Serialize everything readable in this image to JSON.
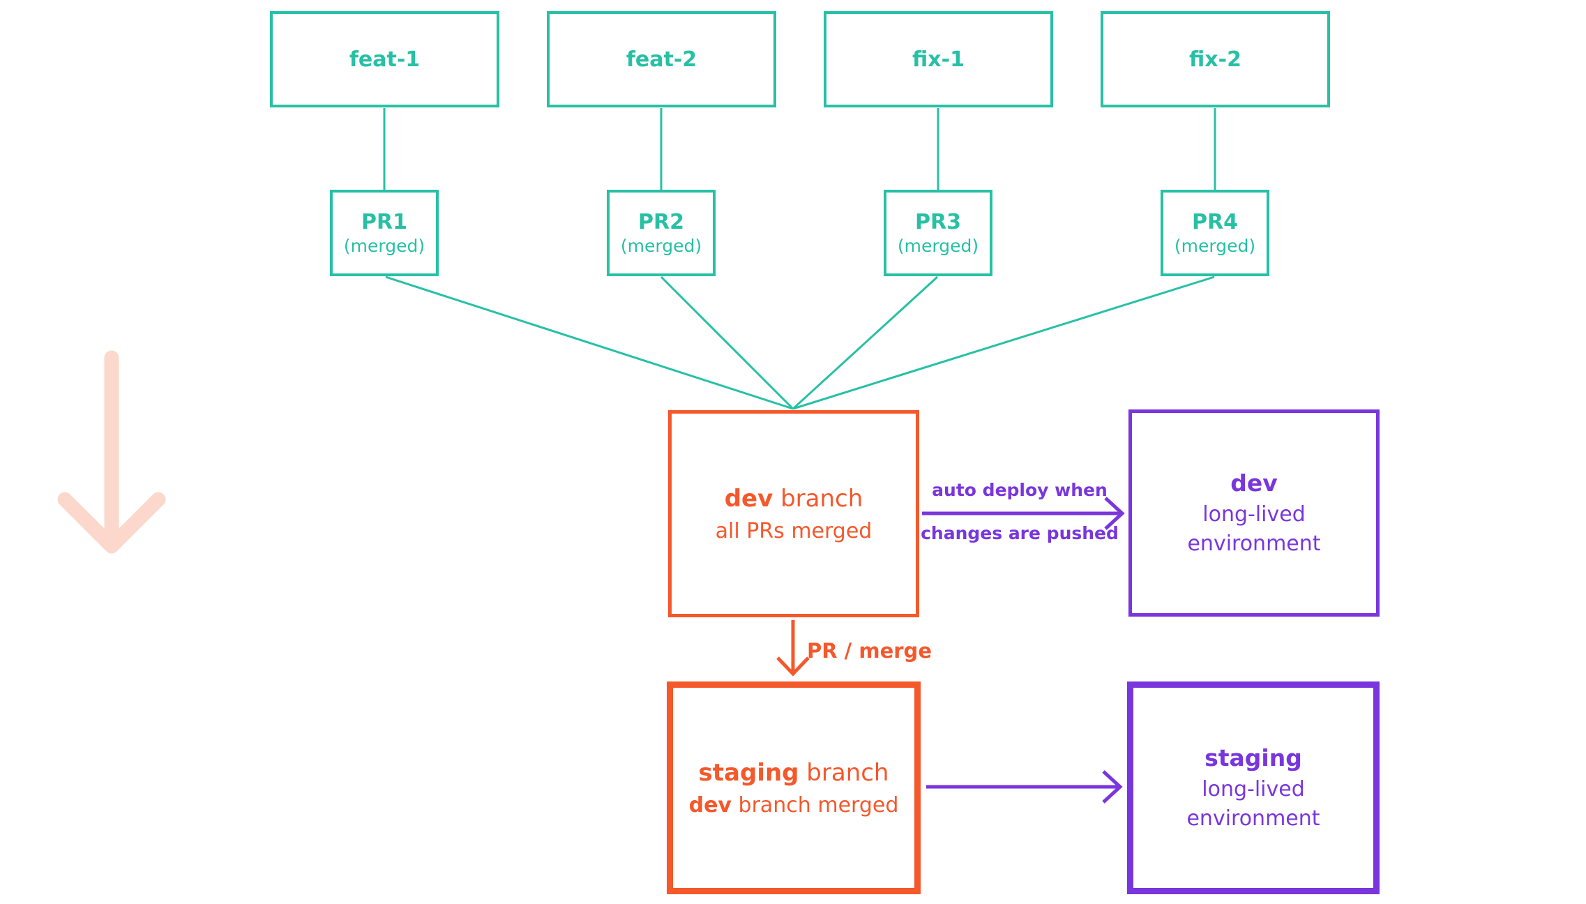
{
  "colors": {
    "teal": "#27c0a5",
    "orange": "#f4582b",
    "purple": "#7936dd",
    "pink_arrow": "#fbd8cb"
  },
  "icons": {
    "big_down_arrow": "down-arrow"
  },
  "feature_branches": [
    {
      "label": "feat-1",
      "pr": {
        "name": "PR1",
        "status": "(merged)"
      }
    },
    {
      "label": "feat-2",
      "pr": {
        "name": "PR2",
        "status": "(merged)"
      }
    },
    {
      "label": "fix-1",
      "pr": {
        "name": "PR3",
        "status": "(merged)"
      }
    },
    {
      "label": "fix-2",
      "pr": {
        "name": "PR4",
        "status": "(merged)"
      }
    }
  ],
  "dev_branch": {
    "title_bold": "dev",
    "title_rest": " branch",
    "subtitle": "all PRs merged"
  },
  "dev_env": {
    "title": "dev",
    "line2": "long-lived",
    "line3": "environment"
  },
  "staging_branch": {
    "title_bold": "staging",
    "title_rest": " branch",
    "subtitle_bold": "dev",
    "subtitle_rest": " branch merged"
  },
  "staging_env": {
    "title": "staging",
    "line2": "long-lived",
    "line3": "environment"
  },
  "labels": {
    "auto_deploy_line1": "auto deploy when",
    "auto_deploy_line2": "changes are pushed",
    "pr_merge": "PR / merge"
  }
}
